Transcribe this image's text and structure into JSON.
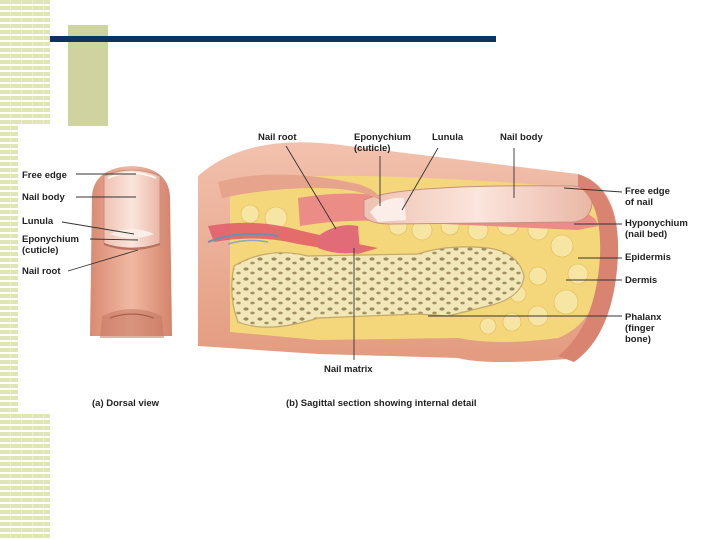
{
  "labels": {
    "free_edge": "Free edge",
    "nail_body_left": "Nail body",
    "lunula_left": "Lunula",
    "eponychium_left": "Eponychium\n(cuticle)",
    "nail_root_left": "Nail root",
    "nail_root_top": "Nail root",
    "eponychium_top": "Eponychium\n(cuticle)",
    "lunula_top": "Lunula",
    "nail_body_top": "Nail body",
    "free_edge_of_nail": "Free edge\nof nail",
    "hyponychium": "Hyponychium\n(nail bed)",
    "epidermis": "Epidermis",
    "dermis": "Dermis",
    "phalanx": "Phalanx\n(finger\nbone)",
    "nail_matrix": "Nail matrix"
  },
  "captions": {
    "dorsal": "(a) Dorsal view",
    "sagittal": "(b) Sagittal section showing internal detail"
  },
  "colors": {
    "title_bar": "#0d3460",
    "accent_block": "#cfd3a0",
    "stripe": "#dfe6b4",
    "skin": "#e9a98c",
    "nail": "#f5dcd0",
    "bone": "#f1e7b8",
    "fat": "#f3d77a"
  }
}
